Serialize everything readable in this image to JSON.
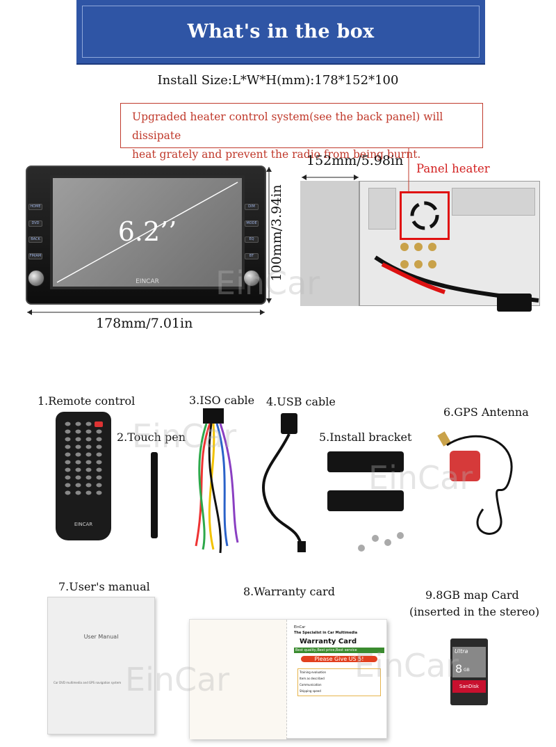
{
  "header": {
    "title": "What's in the box",
    "install_size": "Install Size:L*W*H(mm):178*152*100"
  },
  "notice": {
    "line1": "Upgraded heater control system(see the back panel) will dissipate",
    "line2": "heat grately and prevent the radio from being burnt."
  },
  "front": {
    "screen_size": "6.2’’",
    "brand": "EINCAR",
    "left_buttons": [
      "HOME",
      "DVD",
      "BACK",
      "FM/AM"
    ],
    "right_buttons": [
      "DIM",
      "MODE",
      "EQ",
      "BT"
    ],
    "width_label": "178mm/7.01in",
    "height_label": "100mm/3.94in"
  },
  "back": {
    "depth_label": "152mm/5.98in",
    "heater_label": "Panel heater"
  },
  "items": {
    "remote": "1.Remote control",
    "pen": "2.Touch pen",
    "iso": "3.ISO cable",
    "usb": "4.USB cable",
    "bracket": "5.Install bracket",
    "gps": "6.GPS Antenna",
    "manual": "7.User's manual",
    "warranty": "8.Warranty card",
    "map_line1": "9.8GB map Card",
    "map_line2": "(inserted in the stereo)"
  },
  "manual_doc": {
    "title": "User Manual",
    "subtitle": "Car DVD multimedia and GPS navigation system"
  },
  "warranty_doc": {
    "brand": "EinCar",
    "tagline": "The Specialist in Car Multimedia",
    "card_title": "Warranty Card",
    "best": "Best quality,Best price,Best service",
    "please": "Please Give US 5!",
    "rows": [
      "Training evaluation",
      "Item as described",
      "Communication",
      "Shipping speed"
    ]
  },
  "sd_card": {
    "brand": "SanDisk",
    "line": "Ultra",
    "capacity": "8",
    "unit": "GB"
  },
  "watermark": "EinCar",
  "colors": {
    "banner": "#2f55a5",
    "notice_red": "#c0392b",
    "heater_red": "#e01010"
  }
}
